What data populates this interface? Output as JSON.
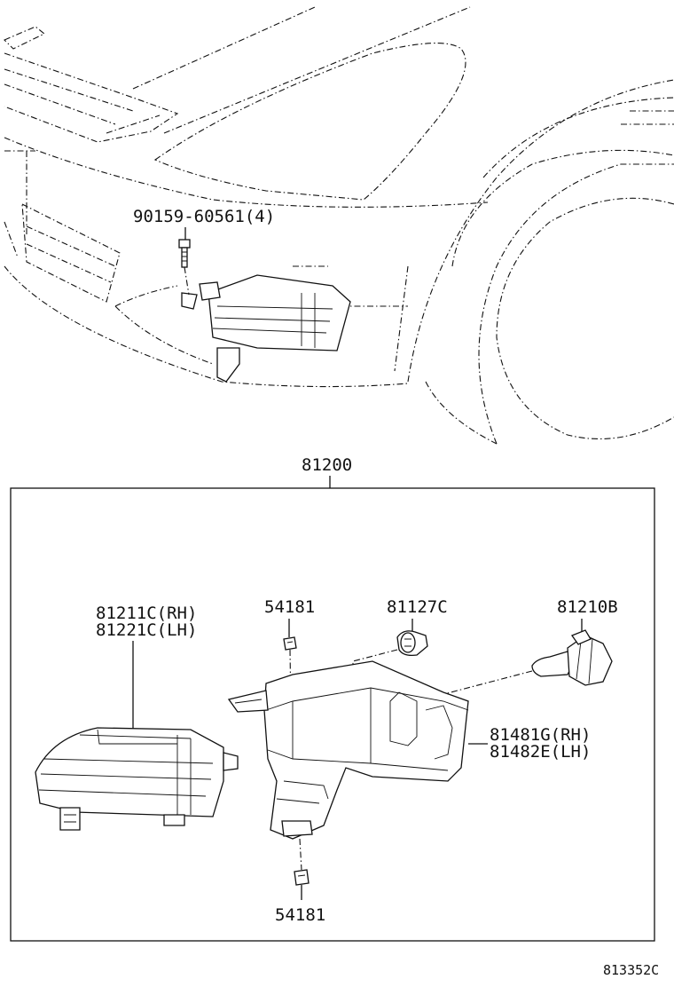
{
  "labels": {
    "bolt": "90159-60561(4)",
    "assembly": "81200",
    "lens_rh": "81211C(RH)",
    "lens_lh": "81221C(LH)",
    "clip_top": "54181",
    "socket": "81127C",
    "bulb": "81210B",
    "housing_rh": "81481G(RH)",
    "housing_lh": "81482E(LH)",
    "clip_bottom": "54181"
  },
  "figure_id": "813352C"
}
